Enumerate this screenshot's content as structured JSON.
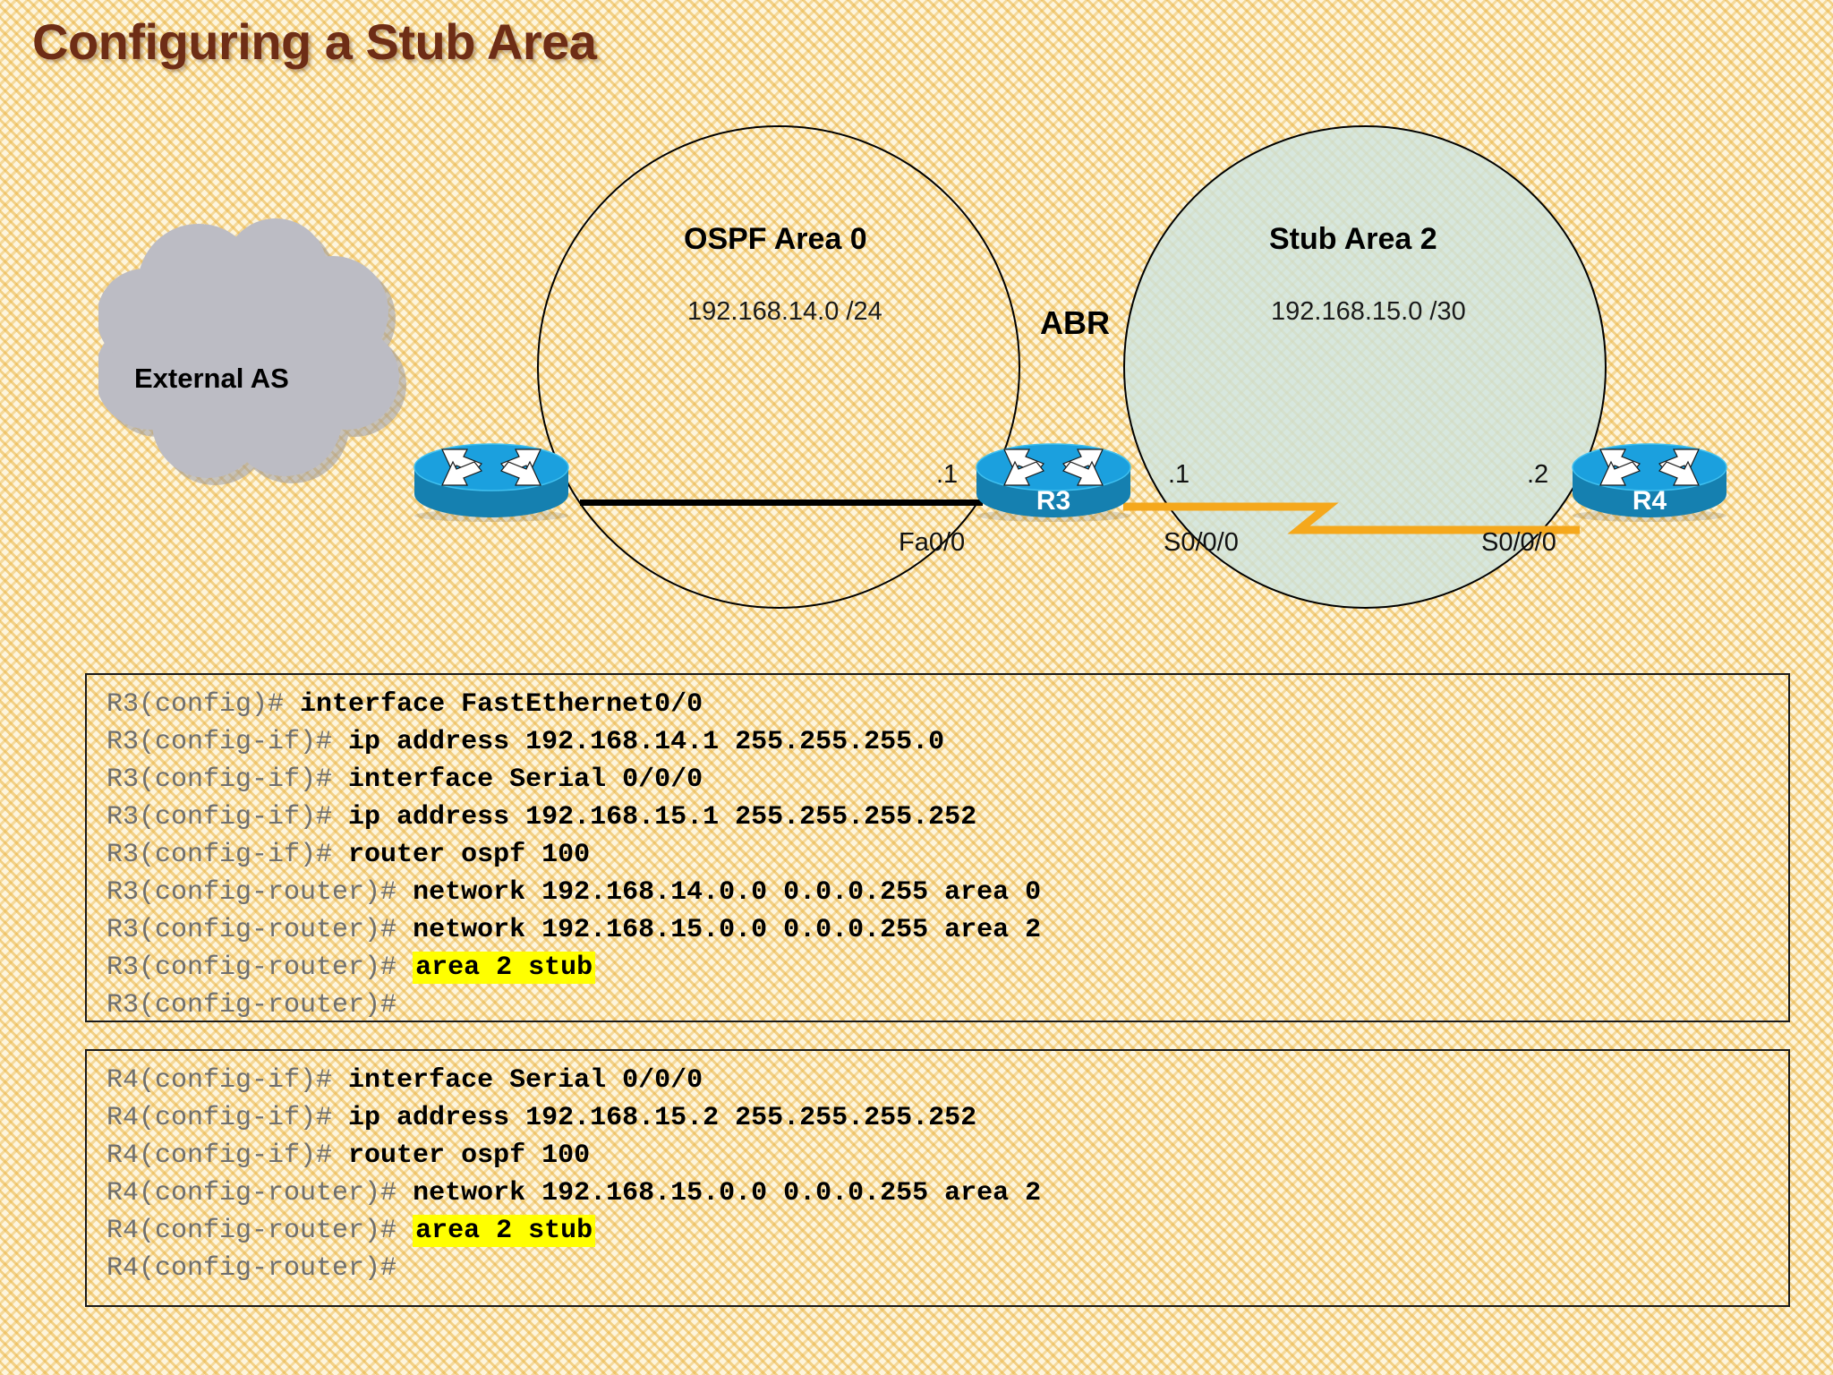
{
  "title": "Configuring a Stub Area",
  "colors": {
    "title_brown": "#6e2d16",
    "background_tan": "#fdf5dd",
    "texture_gold": "#eab23e",
    "router_blue_top": "#1ba0de",
    "router_blue_side": "#1580b0",
    "cloud_gray": "#bcbcc4",
    "stub_area_fill": "#cde4de",
    "serial_link_orange": "#f5a81c",
    "ethernet_link_black": "#000000",
    "highlight_yellow": "#ffff00",
    "prompt_gray": "#6f6f6f"
  },
  "diagram": {
    "cloud": {
      "label": "External AS",
      "icon": "cloud-icon"
    },
    "areas": [
      {
        "id": "area0",
        "title": "OSPF Area 0",
        "subnet": "192.168.14.0 /24",
        "filled": false
      },
      {
        "id": "area2",
        "title": "Stub Area 2",
        "subnet": "192.168.15.0 /30",
        "filled": true
      }
    ],
    "abr_label": "ABR",
    "routers": [
      {
        "id": "left",
        "name": "",
        "icon": "router-icon"
      },
      {
        "id": "r3",
        "name": "R3",
        "icon": "router-icon"
      },
      {
        "id": "r4",
        "name": "R4",
        "icon": "router-icon"
      }
    ],
    "links": [
      {
        "id": "ethernet",
        "type": "ethernet",
        "color": "#000000"
      },
      {
        "id": "serial",
        "type": "serial",
        "color": "#f5a81c"
      }
    ],
    "interface_labels": {
      "r3_fa_ip": ".1",
      "r3_fa_name": "Fa0/0",
      "r3_s0_ip": ".1",
      "r3_s0_name": "S0/0/0",
      "r4_s0_ip": ".2",
      "r4_s0_name": "S0/0/0"
    }
  },
  "code_blocks": [
    {
      "id": "r3-config",
      "lines": [
        {
          "prompt": "R3(config)# ",
          "cmd": "interface FastEthernet0/0",
          "highlight": false
        },
        {
          "prompt": "R3(config-if)# ",
          "cmd": "ip address 192.168.14.1 255.255.255.0",
          "highlight": false
        },
        {
          "prompt": "R3(config-if)# ",
          "cmd": "interface Serial 0/0/0",
          "highlight": false
        },
        {
          "prompt": "R3(config-if)# ",
          "cmd": "ip address 192.168.15.1 255.255.255.252",
          "highlight": false
        },
        {
          "prompt": "R3(config-if)# ",
          "cmd": "router ospf 100",
          "highlight": false
        },
        {
          "prompt": "R3(config-router)# ",
          "cmd": "network 192.168.14.0.0 0.0.0.255 area 0",
          "highlight": false
        },
        {
          "prompt": "R3(config-router)# ",
          "cmd": "network 192.168.15.0.0 0.0.0.255 area 2",
          "highlight": false
        },
        {
          "prompt": "R3(config-router)# ",
          "cmd": "area 2 stub",
          "highlight": true
        },
        {
          "prompt": "R3(config-router)# ",
          "cmd": "",
          "highlight": false
        }
      ]
    },
    {
      "id": "r4-config",
      "lines": [
        {
          "prompt": "R4(config-if)# ",
          "cmd": "interface Serial 0/0/0",
          "highlight": false
        },
        {
          "prompt": "R4(config-if)# ",
          "cmd": "ip address 192.168.15.2 255.255.255.252",
          "highlight": false
        },
        {
          "prompt": "R4(config-if)# ",
          "cmd": "router ospf 100",
          "highlight": false
        },
        {
          "prompt": "R4(config-router)# ",
          "cmd": "network 192.168.15.0.0 0.0.0.255 area 2",
          "highlight": false
        },
        {
          "prompt": "R4(config-router)# ",
          "cmd": "area 2 stub",
          "highlight": true
        },
        {
          "prompt": "R4(config-router)# ",
          "cmd": "",
          "highlight": false
        }
      ]
    }
  ]
}
